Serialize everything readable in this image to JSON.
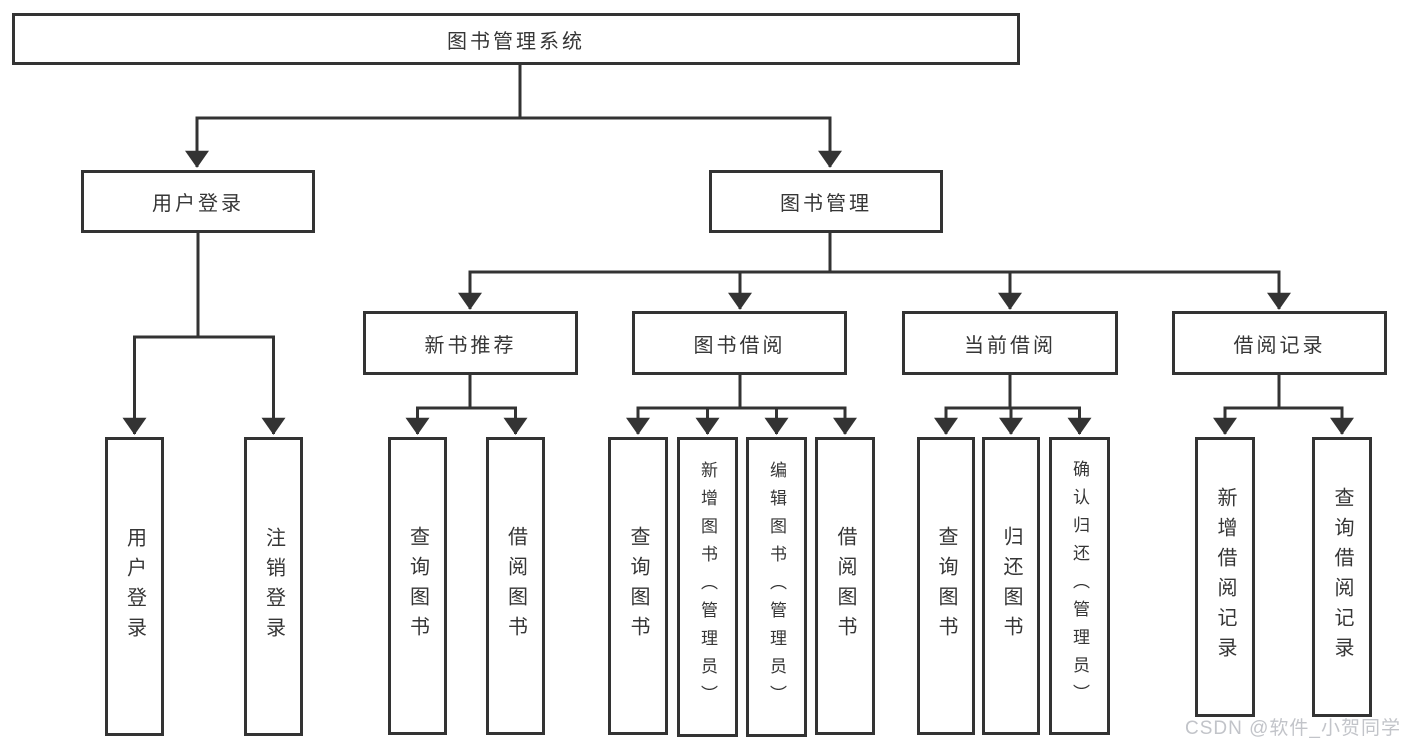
{
  "nodes": {
    "root": "图书管理系统",
    "user_login": "用户登录",
    "book_mgmt": "图书管理",
    "login": "用户登录",
    "logout": "注销登录",
    "new_books": "新书推荐",
    "book_borrow": "图书借阅",
    "current_borrow": "当前借阅",
    "borrow_records": "借阅记录",
    "nb_query": "查询图书",
    "nb_borrow": "借阅图书",
    "bb_query": "查询图书",
    "bb_add": "新增图书（管理员）",
    "bb_edit": "编辑图书（管理员）",
    "bb_borrow": "借阅图书",
    "cb_query": "查询图书",
    "cb_return": "归还图书",
    "cb_confirm": "确认归还（管理员）",
    "br_add": "新增借阅记录",
    "br_query": "查询借阅记录"
  },
  "watermark": "CSDN @软件_小贺同学",
  "colors": {
    "line": "#333333",
    "text": "#363636",
    "watermark": "#c2c4c9",
    "background": "#ffffff"
  }
}
